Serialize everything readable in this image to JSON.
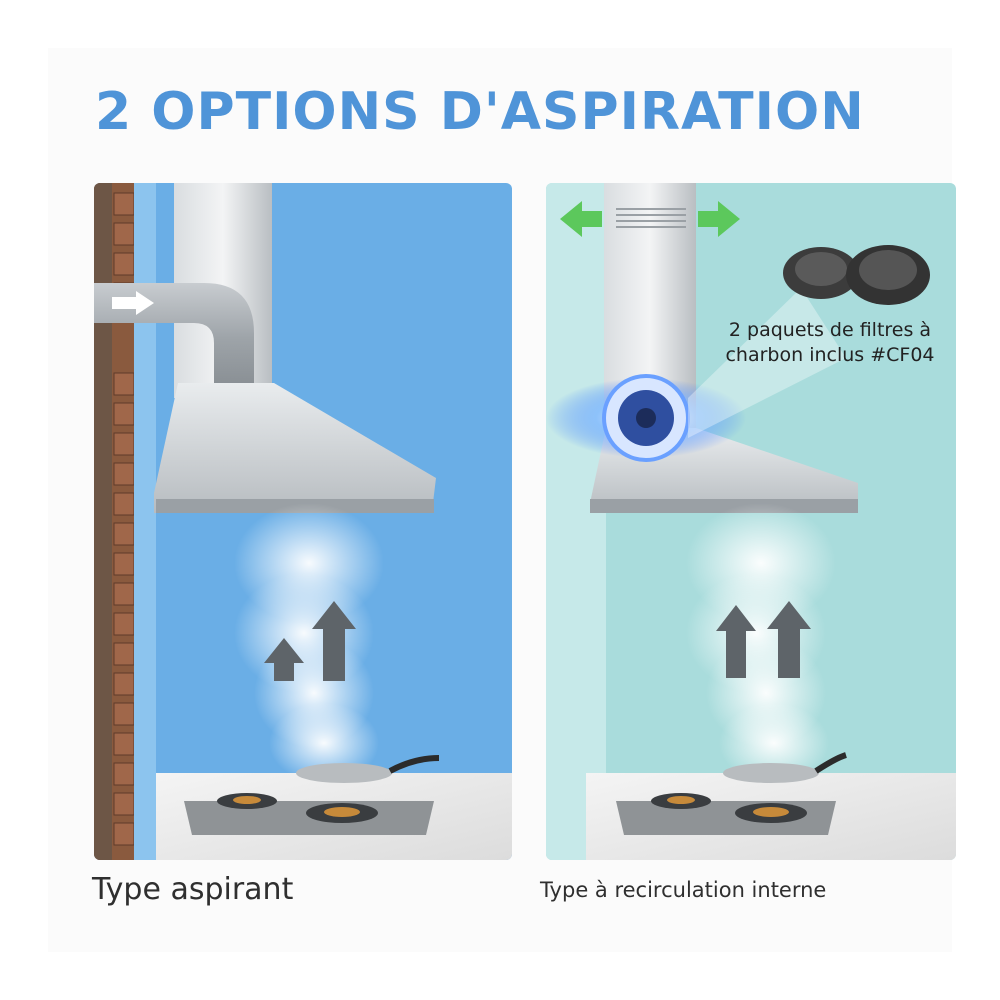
{
  "title": "2 OPTIONS D'ASPIRATION",
  "left": {
    "caption": "Type aspirant"
  },
  "right": {
    "caption": "Type à recirculation interne",
    "filter_label_line1": "2 paquets de filtres à",
    "filter_label_line2": "charbon inclus #CF04"
  },
  "colors": {
    "title": "#4f94d8",
    "left_bg": "#6aaee6",
    "right_bg": "#a9dcdc",
    "arrow_green": "#5cc85c"
  }
}
